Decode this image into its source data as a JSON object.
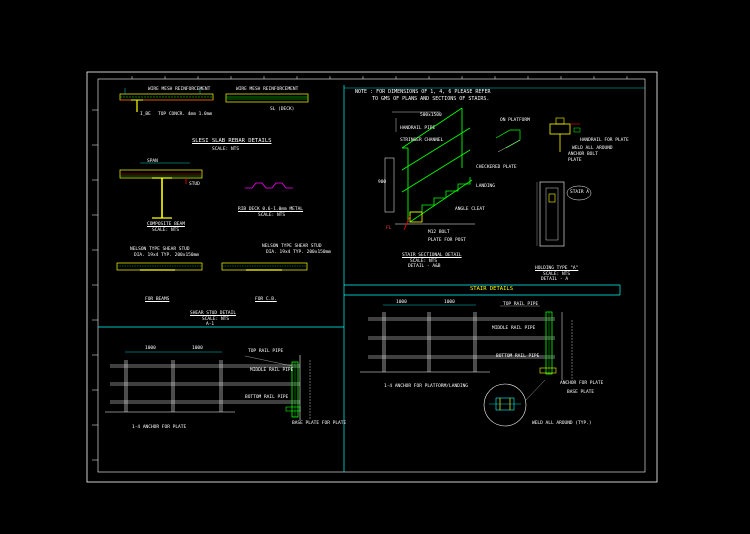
{
  "notes": {
    "line1": "NOTE : FOR DIMENSIONS OF 1, 4, 6 PLEASE REFER",
    "line2": "TO GMS OF PLANS AND SECTIONS OF STAIRS."
  },
  "stair_details_heading": "STAIR DETAILS",
  "deck": {
    "label_top_left": "WIRE MESH REINFORCEMENT",
    "label_top_right": "WIRE MESH REINFORCEMENT",
    "label_beam": "I_BE",
    "label_shear": "TOP CONCR. 4mm 1.0mm",
    "label_slab": "SL (DECK)",
    "title": "SLESI SLAB REBAR DETAILS",
    "title_sub": "SCALE: NTS"
  },
  "composite": {
    "title": "COMPOSITE BEAM",
    "sub": "SCALE: NTS",
    "label_span": "SPAN",
    "label_stud": "STUD"
  },
  "rib": {
    "label": "RIB DECK 0.6-1.0mm METAL",
    "sub": "SCALE: NTS"
  },
  "studs": {
    "left_title": "NELSON TYPE SHEAR STUD",
    "left_sub": "DIA. 19x4 TYP. 200x150mm",
    "right_title": "NELSON TYPE SHEAR STUD",
    "right_sub": "DIA. 19x4 TYP. 200x150mm",
    "left_caption": "FOR BEAMS",
    "right_caption": "FOR C.B."
  },
  "shear_stud": {
    "title": "SHEAR STUD DETAIL",
    "sub1": "SCALE: NTS",
    "sub2": "A-1"
  },
  "railing_left": {
    "dim_a": "1000",
    "dim_b": "1000",
    "label_pipe_top": "TOP RAIL PIPE",
    "label_pipe_mid": "MIDDLE RAIL PIPE",
    "label_pipe_bot": "BOTTOM RAIL PIPE",
    "label_base": "1-4 ANCHOR FOR PLATE",
    "label_plate": "BASE PLATE FOR PLATE"
  },
  "stair_section": {
    "label_handrail": "HANDRAIL PIPE",
    "label_stringer": "STRINGER CHANNEL",
    "label_tread": "CHECKERED PLATE",
    "label_landing": "LANDING",
    "label_angle": "ANGLE CLEAT",
    "label_bolt": "M12 BOLT",
    "label_plate": "PLATE FOR POST",
    "label_red": "FL",
    "title": "STAIR SECTIONAL DETAIL",
    "sub1": "SCALE: NTS",
    "sub2": "DETAIL - A&B",
    "dim_500": "500x1500",
    "dim_900": "900"
  },
  "stair_right": {
    "label_top": "ON PLATFORM",
    "label_a": "HANDRAIL FOR PLATE",
    "label_b": "WELD ALL AROUND",
    "label_c": "ANCHOR BOLT",
    "label_d": "PLATE",
    "callout": "STAIR A",
    "title": "HOLDING TYPE \"A\"",
    "sub1": "SCALE: NTS",
    "sub2": "DETAIL - A"
  },
  "railing_right": {
    "dim_a": "1000",
    "dim_b": "1000",
    "label_top": "TOP RAIL PIPE",
    "label_mid": "MIDDLE RAIL PIPE",
    "label_bot": "BOTTOM RAIL PIPE",
    "label_anchor": "ANCHOR FOR PLATE",
    "label_plate": "BASE PLATE",
    "label_weld": "WELD ALL AROUND (TYP.)",
    "label_floor": "1-4 ANCHOR FOR PLATFORM/LANDING"
  },
  "colors": {
    "background": "#000000",
    "frame": "#ffffff",
    "divider": "#00ffff",
    "structure": "#ffff00",
    "detail": "#00ff00",
    "accent": "#ff0000",
    "text": "#ffffff"
  }
}
